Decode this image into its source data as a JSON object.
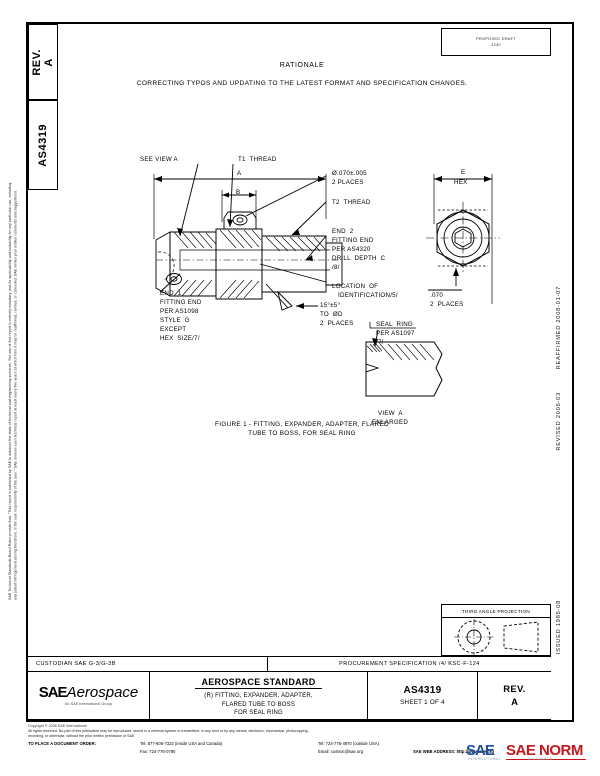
{
  "document": {
    "number": "AS4319",
    "revision_tab": "REV.\nA",
    "doc_tab": "AS4319",
    "draft_stamp_line1": "PROPOSED DRAFT",
    "draft_stamp_line2": "4230"
  },
  "rationale": {
    "title": "RATIONALE",
    "body": "CORRECTING TYPOS AND UPDATING TO THE LATEST FORMAT AND SPECIFICATION CHANGES."
  },
  "legal_strip": {
    "line1": "SAE Technical Standards Board Rules provide that: \"This report is published by SAE to advance the state of technical and engineering sciences. The use of this report is entirely",
    "line2": "voluntary, and its applicability and suitability for any particular use, including any patent infringement arising therefrom, is the sole responsibility of the user.\"",
    "line3": "SAE reviews each technical report at least every five years at which time it may be reaffirmed, revised, or cancelled. SAE invites your written comments and suggestions."
  },
  "drawing": {
    "labels": {
      "see_view_a": "SEE VIEW A",
      "t1_thread": "T1  THREAD",
      "dim_a": "A",
      "dim_b": "B",
      "dia_070": "Ø.070±.005",
      "dia_070_places": "2 PLACES",
      "t2_thread": "T2  THREAD",
      "end2_l1": "END  2",
      "end2_l2": "FITTING END",
      "end2_l3": "PER AS4320",
      "end2_l4": "DRILL  DEPTH  C",
      "end2_l5": "/8/",
      "location_l1": "LOCATION  OF",
      "location_l2": "IDENTIFICATION/5/",
      "end1_l1": "END  1",
      "end1_l2": "FITTING END",
      "end1_l3": "PER AS1098",
      "end1_l4": "STYLE  G",
      "end1_l5": "EXCEPT",
      "end1_l6": "HEX  SIZE/7/",
      "angle_l1": "15°±5°",
      "angle_l2": "TO  ØD",
      "angle_l3": "2  PLACES",
      "seal_l1": "SEAL  RING",
      "seal_l2": "PER AS1097",
      "seal_l3": "/7/",
      "view_a_l1": "VIEW  A",
      "view_a_l2": "ENLARGED",
      "hex_dim": "E",
      "hex_label": "HEX",
      "right_070": ".070",
      "right_070_places": "2  PLACES"
    },
    "figure_caption_l1": "FIGURE 1 - FITTING, EXPANDER, ADAPTER, FLARED",
    "figure_caption_l2": "TUBE TO BOSS, FOR SEAL RING"
  },
  "side_dates": {
    "reaffirmed": "REAFFIRMED  2008-01-07",
    "revised": "REVISED  2005-03",
    "issued": "ISSUED  1985-08"
  },
  "title_block": {
    "projection_label": "THIRD  ANGLE  PROJECTION",
    "custodian": "CUSTODIAN    SAE  G-3/G-3B",
    "procurement": "PROCUREMENT SPECIFICATION /4/ KSC-F-124",
    "standard_heading": "AEROSPACE STANDARD",
    "standard_sub_l1": "(R) FITTING, EXPANDER, ADAPTER,",
    "standard_sub_l2": "FLARED TUBE TO BOSS",
    "standard_sub_l3": "FOR SEAL RING",
    "doc_number": "AS4319",
    "sheet": "SHEET 1 OF 4",
    "rev_label": "REV.",
    "rev_value": "A",
    "logo_main": "SAE",
    "logo_italic": "Aerospace",
    "logo_sub": "An SAE International Group"
  },
  "footer": {
    "copyright": "Copyright © 2008 SAE International",
    "rights_l1": "All rights reserved.  No part of this publication may be reproduced, stored in a retrieval system or transmitted, in any form or by any means, electronic, mechanical, photocopying,",
    "rights_l2": "recording, or otherwise, without the prior written permission of SAE.",
    "order_label": "TO PLACE A DOCUMENT ORDER:",
    "tel_inside": "Tel:  877-606-7323 (inside USA and Canada)",
    "tel_outside": "Tel:  724-776-4970 (outside USA)",
    "fax": "Fax:  724-776-0790",
    "email": "Email:  custsvc@sae.org",
    "web": "SAE WEB ADDRESS:  http://www.sae.org"
  },
  "watermark": {
    "part1": "SAE",
    "part2": "SAE NORM",
    "sub1": "INTERNATIONAL",
    "sub2": "STANDARDS"
  },
  "colors": {
    "watermark_blue": "#1d4fa0",
    "watermark_red": "#c4161c",
    "ink": "#000000"
  }
}
